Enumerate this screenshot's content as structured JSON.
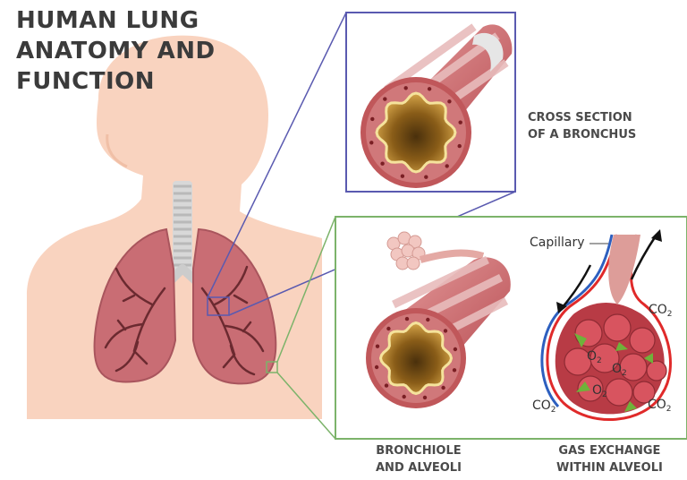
{
  "title": {
    "line1": "HUMAN LUNG",
    "line2": "ANATOMY AND",
    "line3": "FUNCTION"
  },
  "captions": {
    "bronchus_line1": "CROSS SECTION",
    "bronchus_line2": "OF A BRONCHUS",
    "bronchiole_line1": "BRONCHIOLE",
    "bronchiole_line2": "AND ALVEOLI",
    "exchange_line1": "GAS EXCHANGE",
    "exchange_line2": "WITHIN ALVEOLI"
  },
  "labels": {
    "capillary": "Capillary",
    "co2": "CO",
    "co2_sub": "2",
    "o2": "O",
    "o2_sub": "2"
  },
  "colors": {
    "skin": "#f9d3bf",
    "lung": "#c96d74",
    "bronchus_wall": "#c0575a",
    "lumen": "#b98a2e",
    "upper_frame": "#5a5ab0",
    "lower_frame": "#7cb36a"
  }
}
